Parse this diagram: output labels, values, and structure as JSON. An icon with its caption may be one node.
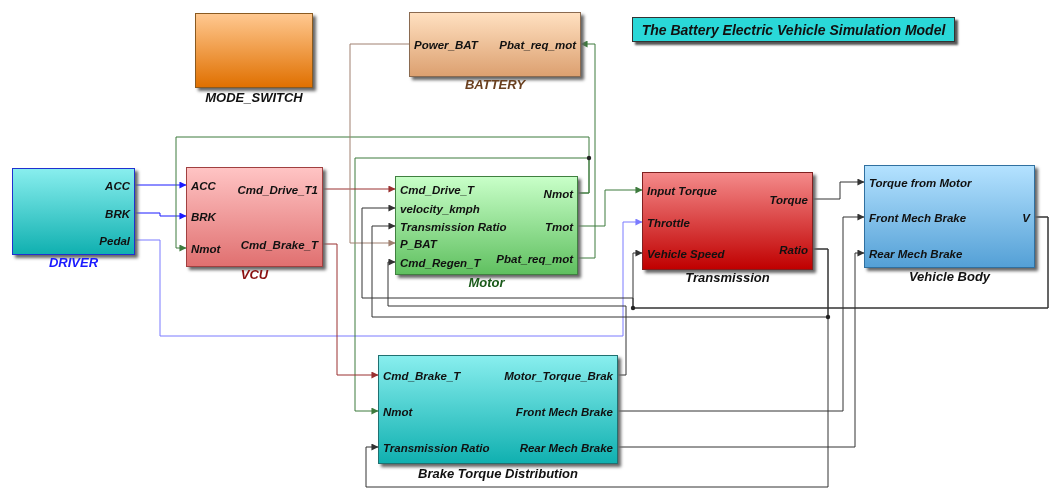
{
  "diagram": {
    "title": "The Battery Electric Vehicle Simulation Model",
    "nodes": [
      {
        "text": [
          "MODE_SWITCH"
        ]
      },
      {
        "text": [
          "Power_BAT",
          "Pbat_req_mot",
          "BATTERY"
        ]
      },
      {
        "text": [
          "ACC",
          "BRK",
          "Pedal",
          "DRIVER"
        ]
      },
      {
        "text": [
          "ACC",
          "BRK",
          "Nmot",
          "Cmd_Drive_T1",
          "Cmd_Brake_T",
          "VCU"
        ]
      },
      {
        "text": [
          "Cmd_Drive_T",
          "velocity_kmph",
          "Transmission Ratio",
          "P_BAT",
          "Cmd_Regen_T",
          "Nmot",
          "Tmot",
          "Pbat_req_mot",
          "Motor"
        ]
      },
      {
        "text": [
          "Input Torque",
          "Throttle",
          "Vehicle Speed",
          "Torque",
          "Ratio",
          "Transmission"
        ]
      },
      {
        "text": [
          "Torque from Motor",
          "Front Mech Brake",
          "Rear Mech Brake",
          "V",
          "Vehicle Body"
        ]
      },
      {
        "text": [
          "Cmd_Brake_T",
          "Nmot",
          "Transmission Ratio",
          "Motor_Torque_Brak",
          "Front Mech Brake",
          "Rear Mech Brake",
          "Brake Torque Distribution"
        ]
      }
    ],
    "edges": [
      {
        "from": 2,
        "to": 3,
        "arrow": "to",
        "color": "#1a1aff"
      },
      {
        "from": 2,
        "to": 3,
        "arrow": "to",
        "color": "#1a1aff"
      },
      {
        "from": 2,
        "to": 5,
        "arrow": "to",
        "color": "#7a7aff"
      },
      {
        "from": 4,
        "to": 3,
        "arrow": "to",
        "color": "#3d7a3d"
      },
      {
        "from": 4,
        "to": 7,
        "arrow": "to",
        "color": "#3d7a3d"
      },
      {
        "from": 3,
        "to": 4,
        "arrow": "to",
        "color": "#9a3030"
      },
      {
        "from": 3,
        "to": 7,
        "arrow": "to",
        "color": "#9a3030"
      },
      {
        "from": 1,
        "to": 4,
        "arrow": "to",
        "color": "#a08070"
      },
      {
        "from": 4,
        "to": 1,
        "arrow": "to",
        "color": "#3d7a3d"
      },
      {
        "from": 4,
        "to": 5,
        "arrow": "to",
        "color": "#3d7a3d"
      },
      {
        "from": 5,
        "to": 6,
        "arrow": "to"
      },
      {
        "from": 5,
        "to": 4,
        "arrow": "to"
      },
      {
        "from": 5,
        "to": 7,
        "arrow": "to"
      },
      {
        "from": 7,
        "to": 4,
        "arrow": "to"
      },
      {
        "from": 7,
        "to": 6,
        "arrow": "to"
      },
      {
        "from": 7,
        "to": 6,
        "arrow": "to"
      },
      {
        "from": 6,
        "to": 4,
        "arrow": "to"
      },
      {
        "from": 6,
        "to": 5,
        "arrow": "to"
      }
    ]
  }
}
